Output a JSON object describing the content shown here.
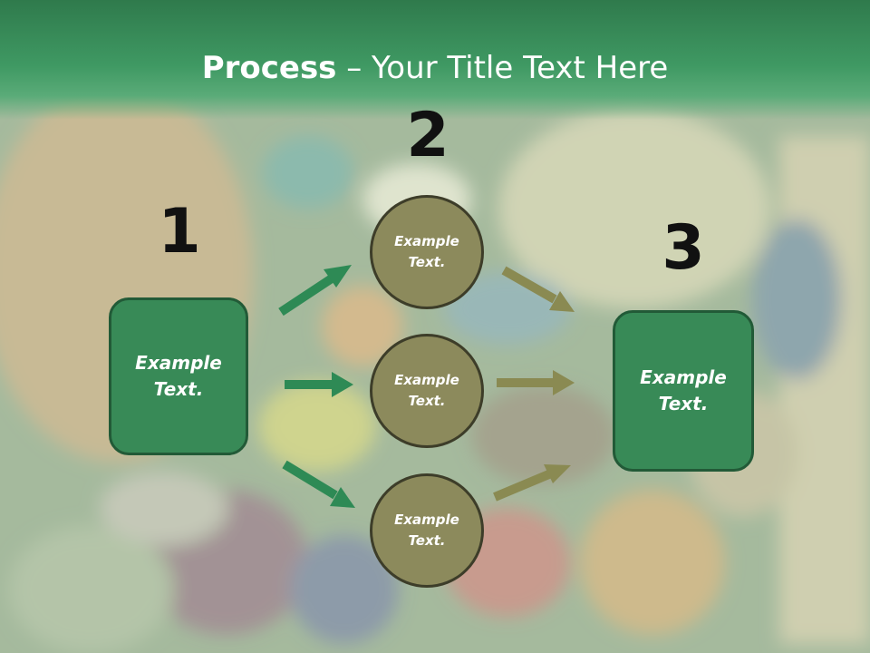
{
  "title": {
    "bold": "Process",
    "rest": " – Your Title Text Here"
  },
  "steps": [
    {
      "number": "1",
      "text": "Example\nText."
    },
    {
      "number": "2"
    },
    {
      "number": "3",
      "text": "Example\nText."
    }
  ],
  "circles": [
    {
      "text": "Example\nText."
    },
    {
      "text": "Example\nText."
    },
    {
      "text": "Example\nText."
    }
  ],
  "colors": {
    "header": "#3f9963",
    "box_fill": "#388a57",
    "circle_fill": "#8c8a5c",
    "arrow_green": "#2e8a55",
    "arrow_olive": "#8a8a52"
  }
}
